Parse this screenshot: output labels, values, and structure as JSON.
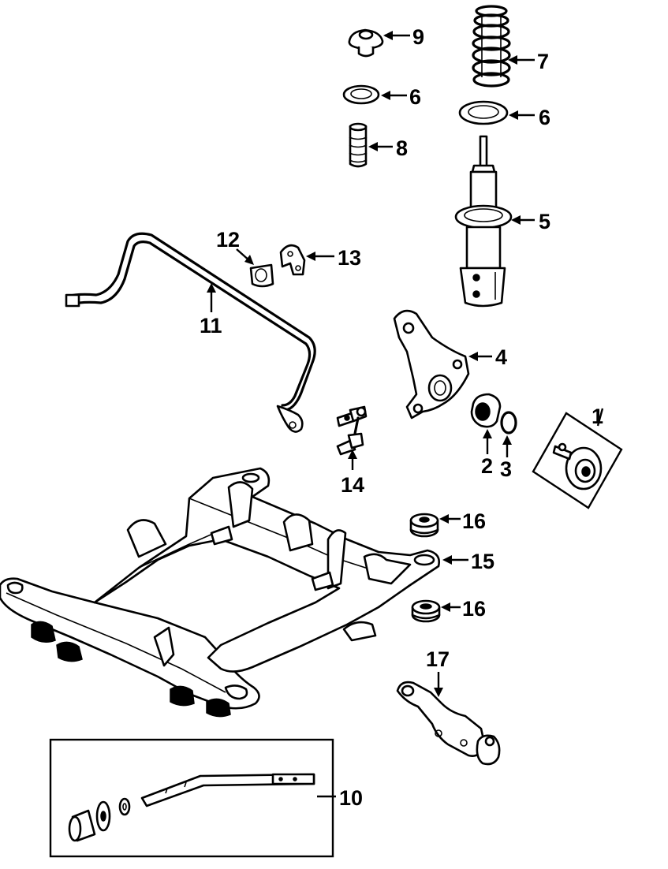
{
  "callouts": {
    "c1": "1",
    "c2": "2",
    "c3": "3",
    "c4": "4",
    "c5": "5",
    "c6a": "6",
    "c6b": "6",
    "c7": "7",
    "c8": "8",
    "c9": "9",
    "c10": "10",
    "c11": "11",
    "c12": "12",
    "c13": "13",
    "c14": "14",
    "c15": "15",
    "c16a": "16",
    "c16b": "16",
    "c17": "17"
  }
}
